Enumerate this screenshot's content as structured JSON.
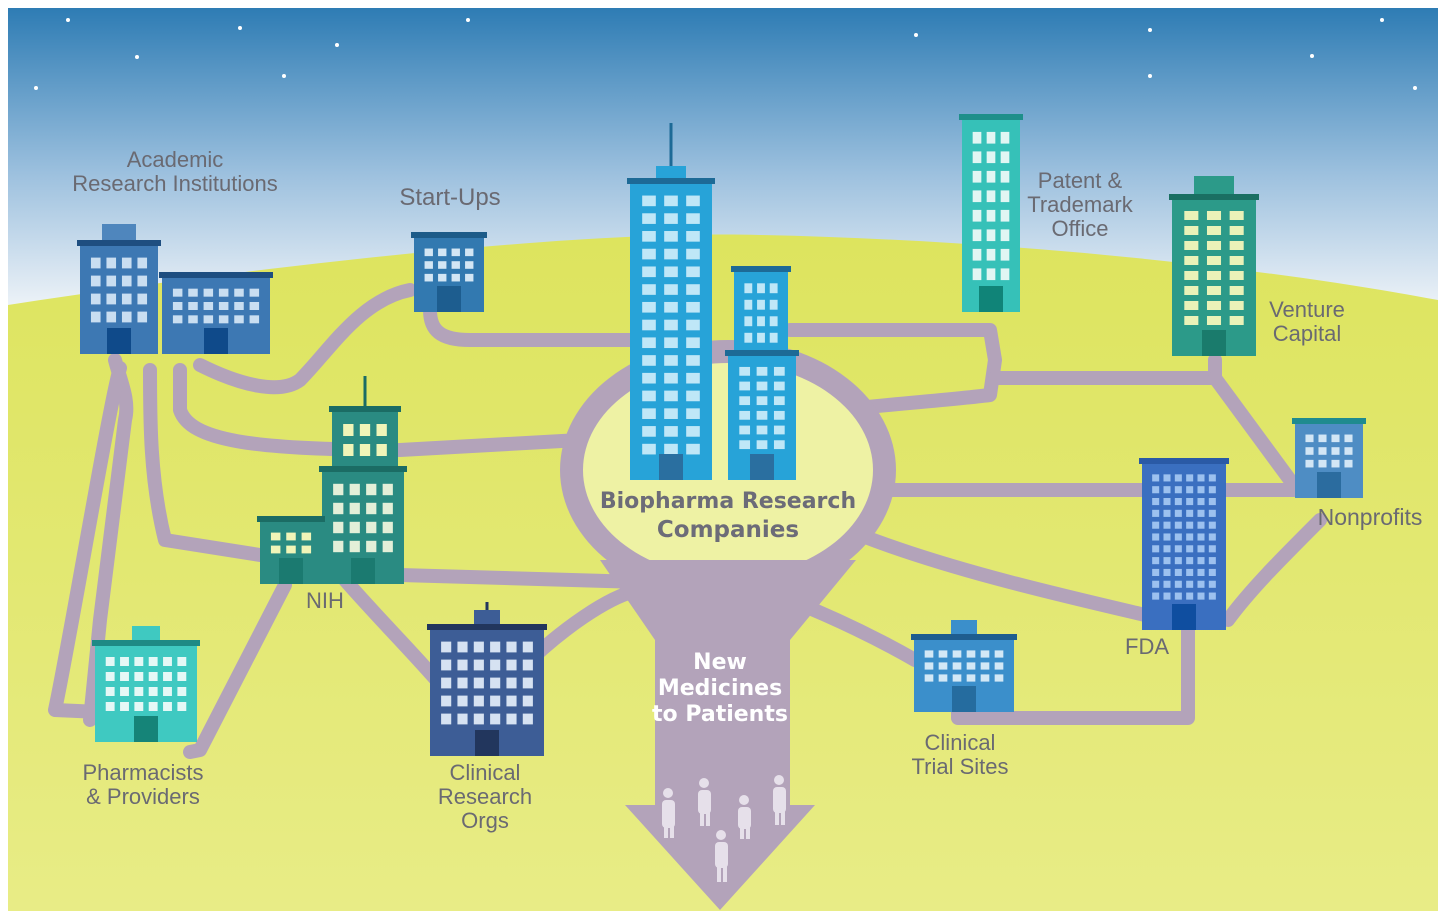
{
  "hub": {
    "line1": "Biopharma Research",
    "line2": "Companies"
  },
  "arrow": {
    "line1": "New",
    "line2": "Medicines",
    "line3": "to Patients"
  },
  "nodes": {
    "academic": {
      "line1": "Academic",
      "line2": "Research Institutions"
    },
    "startups": {
      "line1": "Start-Ups"
    },
    "patent": {
      "line1": "Patent &",
      "line2": "Trademark",
      "line3": "Office"
    },
    "venture": {
      "line1": "Venture",
      "line2": "Capital"
    },
    "nonprofits": {
      "line1": "Nonprofits"
    },
    "nih": {
      "line1": "NIH"
    },
    "fda": {
      "line1": "FDA"
    },
    "pharmacists": {
      "line1": "Pharmacists",
      "line2": "& Providers"
    },
    "cro": {
      "line1": "Clinical",
      "line2": "Research",
      "line3": "Orgs"
    },
    "trial_sites": {
      "line1": "Clinical",
      "line2": "Trial Sites"
    }
  },
  "colors": {
    "sky_top": "#2e7cb4",
    "sky_bottom": "#e4eef7",
    "hill": "#e2e66a",
    "road": "#b3a3ba",
    "hub_fill": "#eef2a4"
  }
}
